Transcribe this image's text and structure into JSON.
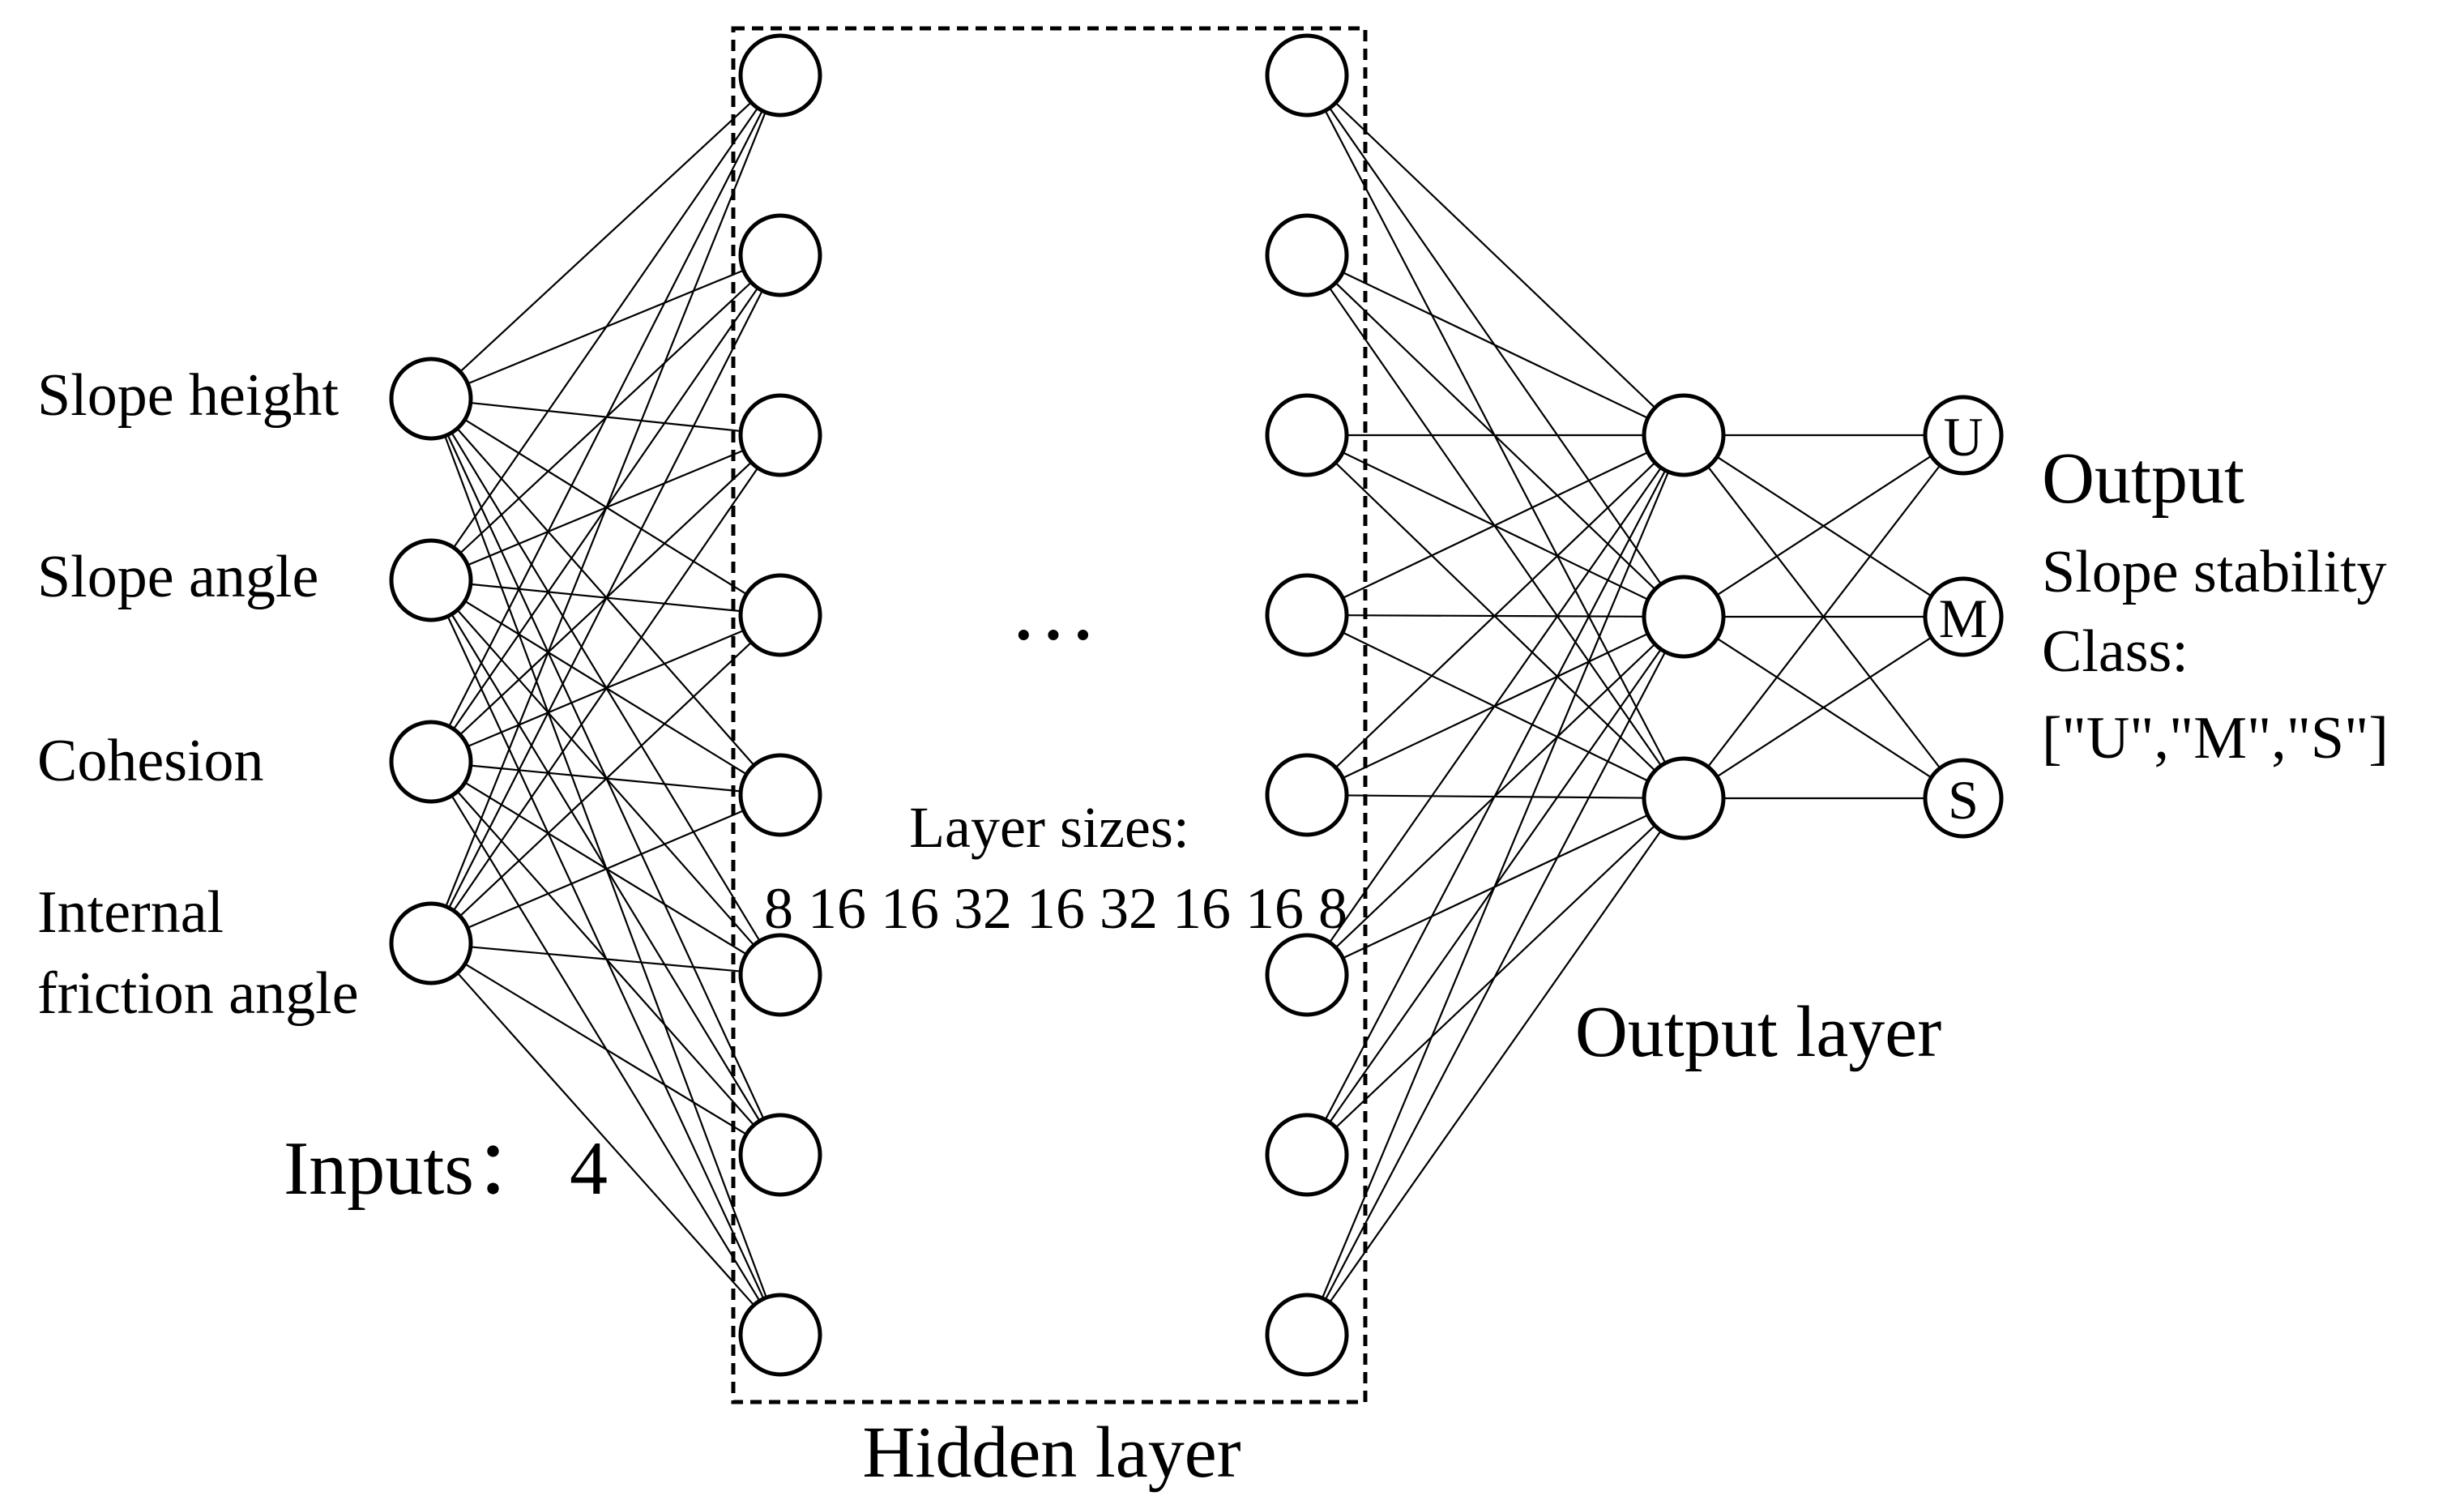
{
  "inputs": {
    "features": [
      "Slope height",
      "Slope angle",
      "Cohesion",
      "Internal friction angle"
    ],
    "feature_lines": [
      [
        "Slope height"
      ],
      [
        "Slope angle"
      ],
      [
        "Cohesion"
      ],
      [
        "Internal",
        "friction angle"
      ]
    ],
    "count_label": "Inputs：",
    "count_value": "4"
  },
  "hidden": {
    "caption": "Hidden layer",
    "ellipsis": "···",
    "sizes_title": "Layer sizes:",
    "sizes_values": "8 16 16 32 16 32 16 16 8",
    "nodes_per_column_shown": 8
  },
  "output_layer": {
    "caption": "Output layer",
    "nodes_shown": 3
  },
  "classes": {
    "labels": [
      "U",
      "M",
      "S"
    ]
  },
  "output_text": {
    "title": "Output",
    "line1": "Slope stability",
    "line2": "Class:",
    "line3": "[\"U\",\"M\",\"S\"]"
  }
}
